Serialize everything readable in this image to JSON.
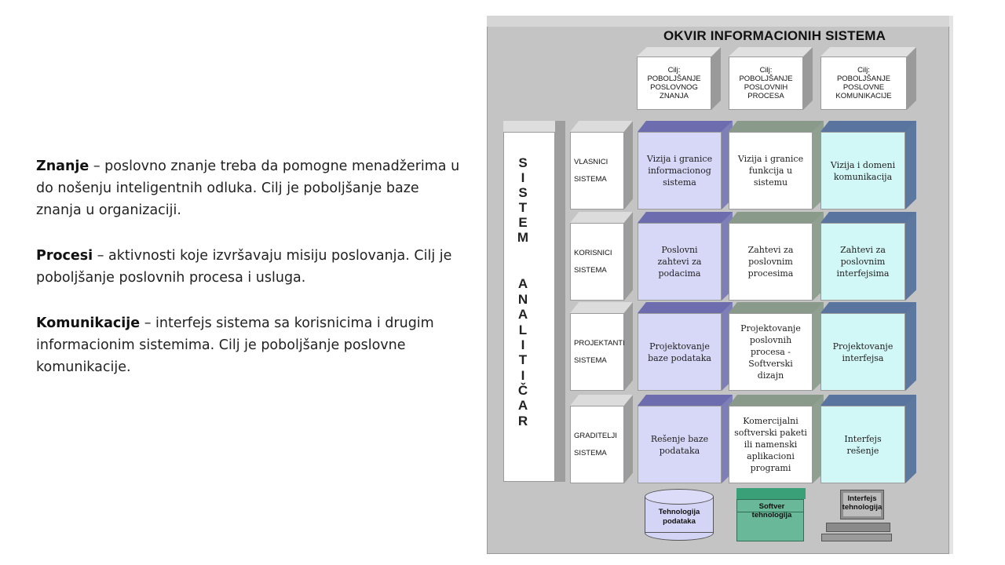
{
  "paragraphs": [
    {
      "term": "Znanje",
      "text": " – poslovno znanje treba da pomogne menadžerima u do nošenju inteligentnih odluka. Cilj je poboljšanje baze znanja u organizaciji."
    },
    {
      "term": "Procesi",
      "text": " – aktivnosti koje izvršavaju misiju poslovanja. Cilj je poboljšanje poslovnih procesa i usluga."
    },
    {
      "term": "Komunikacije",
      "text": " – interfejs sistema sa korisnicima i drugim informacionim sistemima. Cilj je poboljšanje poslovne komunikacije."
    }
  ],
  "framework": {
    "title": "OKVIR INFORMACIONIH SISTEMA",
    "goals": [
      "Cilj:\nPOBOLJŠANJE\nPOSLOVNOG\nZNANJA",
      "Cilj:\nPOBOLJŠANJE\nPOSLOVNIH\nPROCESA",
      "Cilj:\nPOBOLJŠANJE\nPOSLOVNE\nKOMUNIKACIJE"
    ],
    "analyst_letters": [
      "S",
      "I",
      "S",
      "T",
      "E",
      "M",
      "A",
      "N",
      "A",
      "L",
      "I",
      "T",
      "I",
      "Č",
      "A",
      "R"
    ],
    "roles": [
      "VLASNICI\nSISTEMA",
      "KORISNICI\nSISTEMA",
      "PROJEKTANTI\nSISTEMA",
      "GRADITELJI\nSISTEMA"
    ],
    "cells": [
      [
        "Vizija i granice\ninformacionog\nsistema",
        "Vizija i granice\nfunkcija u\nsistemu",
        "Vizija i domeni\nkomunikacija"
      ],
      [
        "Poslovni\nzahtevi za\npodacima",
        "Zahtevi za\nposlovnim\nprocesima",
        "Zahtevi za\nposlovnim\ninterfejsima"
      ],
      [
        "Projektovanje\nbaze podataka",
        "Projektovanje\nposlovnih\nprocesa -\nSoftverski\ndizajn",
        "Projektovanje\ninterfejsa"
      ],
      [
        "Rešenje baze\npodataka",
        "Komercijalni\nsoftverski paketi\nili namenski\naplikacioni\nprogrami",
        "Interfejs\nrešenje"
      ]
    ],
    "technologies": [
      "Tehnologija\npodataka",
      "Softver\ntehnologija",
      "Interfejs\ntehnologija"
    ]
  }
}
